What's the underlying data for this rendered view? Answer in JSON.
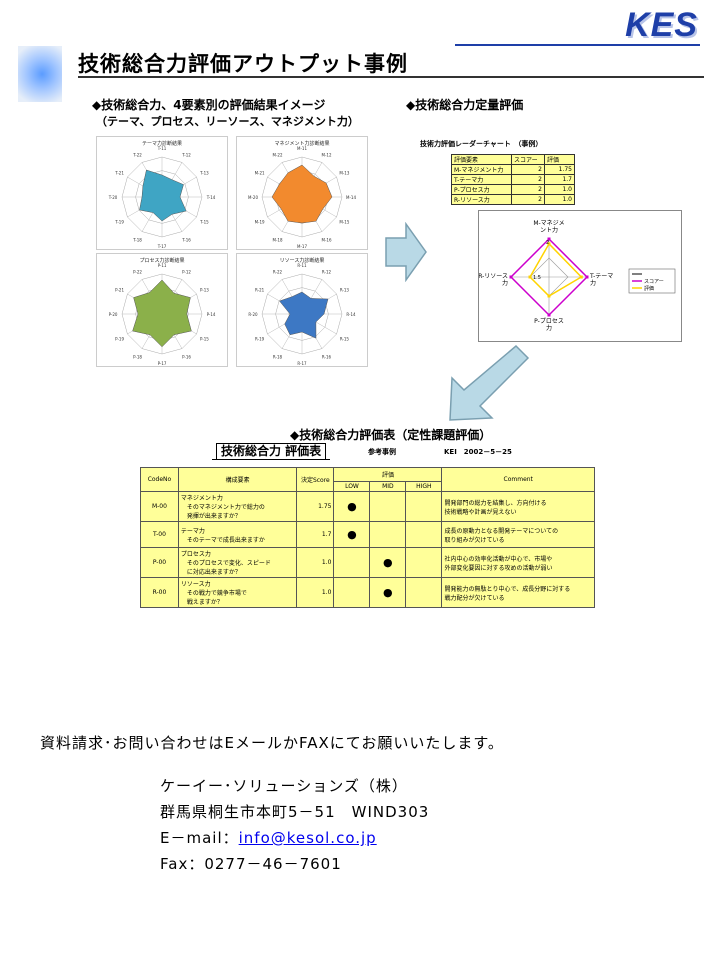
{
  "brand": {
    "logo": "KES",
    "accent": "#1e3fa8"
  },
  "title": "技術総合力評価アウトプット事例",
  "sections": {
    "four_elements_line1": "◆技術総合力、4要素別の評価結果イメージ",
    "four_elements_line2": "（テーマ、プロセス、リーソース、マネジメント力）",
    "quant": "◆技術総合力定量評価",
    "table": "◆技術総合力評価表（定性課題評価）"
  },
  "radar_panels": [
    {
      "title": "テーマ力診断結果",
      "color": "#3fa5c4",
      "labels": [
        "T-11",
        "T-12",
        "T-13",
        "T-14",
        "T-15",
        "T-16",
        "T-17",
        "T-18",
        "T-19",
        "T-20",
        "T-21",
        "T-22"
      ],
      "values": [
        0.55,
        0.5,
        0.62,
        0.45,
        0.7,
        0.5,
        0.6,
        0.45,
        0.65,
        0.5,
        0.55,
        0.78
      ]
    },
    {
      "title": "マネジメント力診断結果",
      "color": "#f28a2e",
      "labels": [
        "M-11",
        "M-12",
        "M-13",
        "M-14",
        "M-15",
        "M-16",
        "M-17",
        "M-18",
        "M-19",
        "M-20",
        "M-21",
        "M-22"
      ],
      "values": [
        0.8,
        0.6,
        0.7,
        0.75,
        0.6,
        0.7,
        0.65,
        0.7,
        0.6,
        0.75,
        0.65,
        0.7
      ]
    },
    {
      "title": "プロセス力診断結果",
      "color": "#8bb04a",
      "labels": [
        "P-11",
        "P-12",
        "P-13",
        "P-14",
        "P-15",
        "P-16",
        "P-17",
        "P-18",
        "P-19",
        "P-20",
        "P-21",
        "P-22"
      ],
      "values": [
        0.85,
        0.6,
        0.82,
        0.62,
        0.85,
        0.6,
        0.82,
        0.6,
        0.85,
        0.6,
        0.82,
        0.62
      ]
    },
    {
      "title": "リソース力診断結果",
      "color": "#3d78c4",
      "labels": [
        "R-11",
        "R-12",
        "R-13",
        "R-14",
        "R-15",
        "R-16",
        "R-17",
        "R-18",
        "R-19",
        "R-20",
        "R-21",
        "R-22"
      ],
      "values": [
        0.55,
        0.45,
        0.75,
        0.55,
        0.4,
        0.7,
        0.45,
        0.6,
        0.5,
        0.3,
        0.65,
        0.5
      ]
    }
  ],
  "raw_chart": {
    "title": "技術力評価レーダーチャート　（事例）",
    "headers": [
      "評価要素",
      "スコアー",
      "評価"
    ],
    "rows": [
      [
        "M-マネジメント力",
        "2",
        "1.75"
      ],
      [
        "T-テーマ力",
        "2",
        "1.7"
      ],
      [
        "P-プロセス力",
        "2",
        "1.0"
      ],
      [
        "R-リソース力",
        "2",
        "1.0"
      ]
    ]
  },
  "chart_data": {
    "type": "radar",
    "categories": [
      "M-マネジメント力",
      "T-テーマ力",
      "P-プロセス力",
      "R-リソース力"
    ],
    "ticks": [
      "2",
      "1.5"
    ],
    "series": [
      {
        "name": "スコアー",
        "values": [
          2,
          2,
          2,
          2
        ],
        "color": "#cc00cc"
      },
      {
        "name": "評価",
        "values": [
          1.75,
          1.7,
          1.0,
          1.0
        ],
        "color": "#ffd400"
      }
    ],
    "ylim": [
      0,
      2
    ]
  },
  "eval_table": {
    "heading": "技術総合力 評価表",
    "sample": "参考事例",
    "date": "KEI　2002－5－25",
    "col_code": "CodeNo",
    "col_element": "構成要素",
    "col_score": "決定Score",
    "col_eval": "評価",
    "col_low": "LOW",
    "col_mid": "MID",
    "col_high": "HIGH",
    "col_comment": "Comment",
    "mark": "●",
    "rows": [
      {
        "code": "M-00",
        "element": "マネジメント力\n　そのマネジメント力で総力の\n　発揮が出来ますか？",
        "score": "1.75",
        "level": "low",
        "comment": "開発部門の総力を結集し、方向付ける\n技術戦略や計画が見えない"
      },
      {
        "code": "T-00",
        "element": "テーマ力\n　そのテーマで成長出来ますか",
        "score": "1.7",
        "level": "low",
        "comment": "成長の原動力となる開発テーマについての\n取り組みが欠けている"
      },
      {
        "code": "P-00",
        "element": "プロセス力\n　そのプロセスで変化、スピード\n　に対応出来ますか？",
        "score": "1.0",
        "level": "mid",
        "comment": "社内中心の効率化活動が中心で、市場や\n外部変化要因に対する攻めの活動が弱い"
      },
      {
        "code": "R-00",
        "element": "リソース力\n　その戦力で競争市場で\n　戦えますか？",
        "score": "1.0",
        "level": "mid",
        "comment": "開発能力の無駄とり中心で、成長分野に対する\n戦力配分が欠けている"
      }
    ]
  },
  "contact": {
    "request": "資料請求･お問い合わせはEメールかFAXにてお願いいたします。",
    "company": "ケーイー･ソリューションズ（株）",
    "address": "群馬県桐生市本町5－51　WIND303",
    "email_label": "E－mail：",
    "email": "info@kesol.co.jp",
    "fax": "Fax：0277－46－7601"
  }
}
